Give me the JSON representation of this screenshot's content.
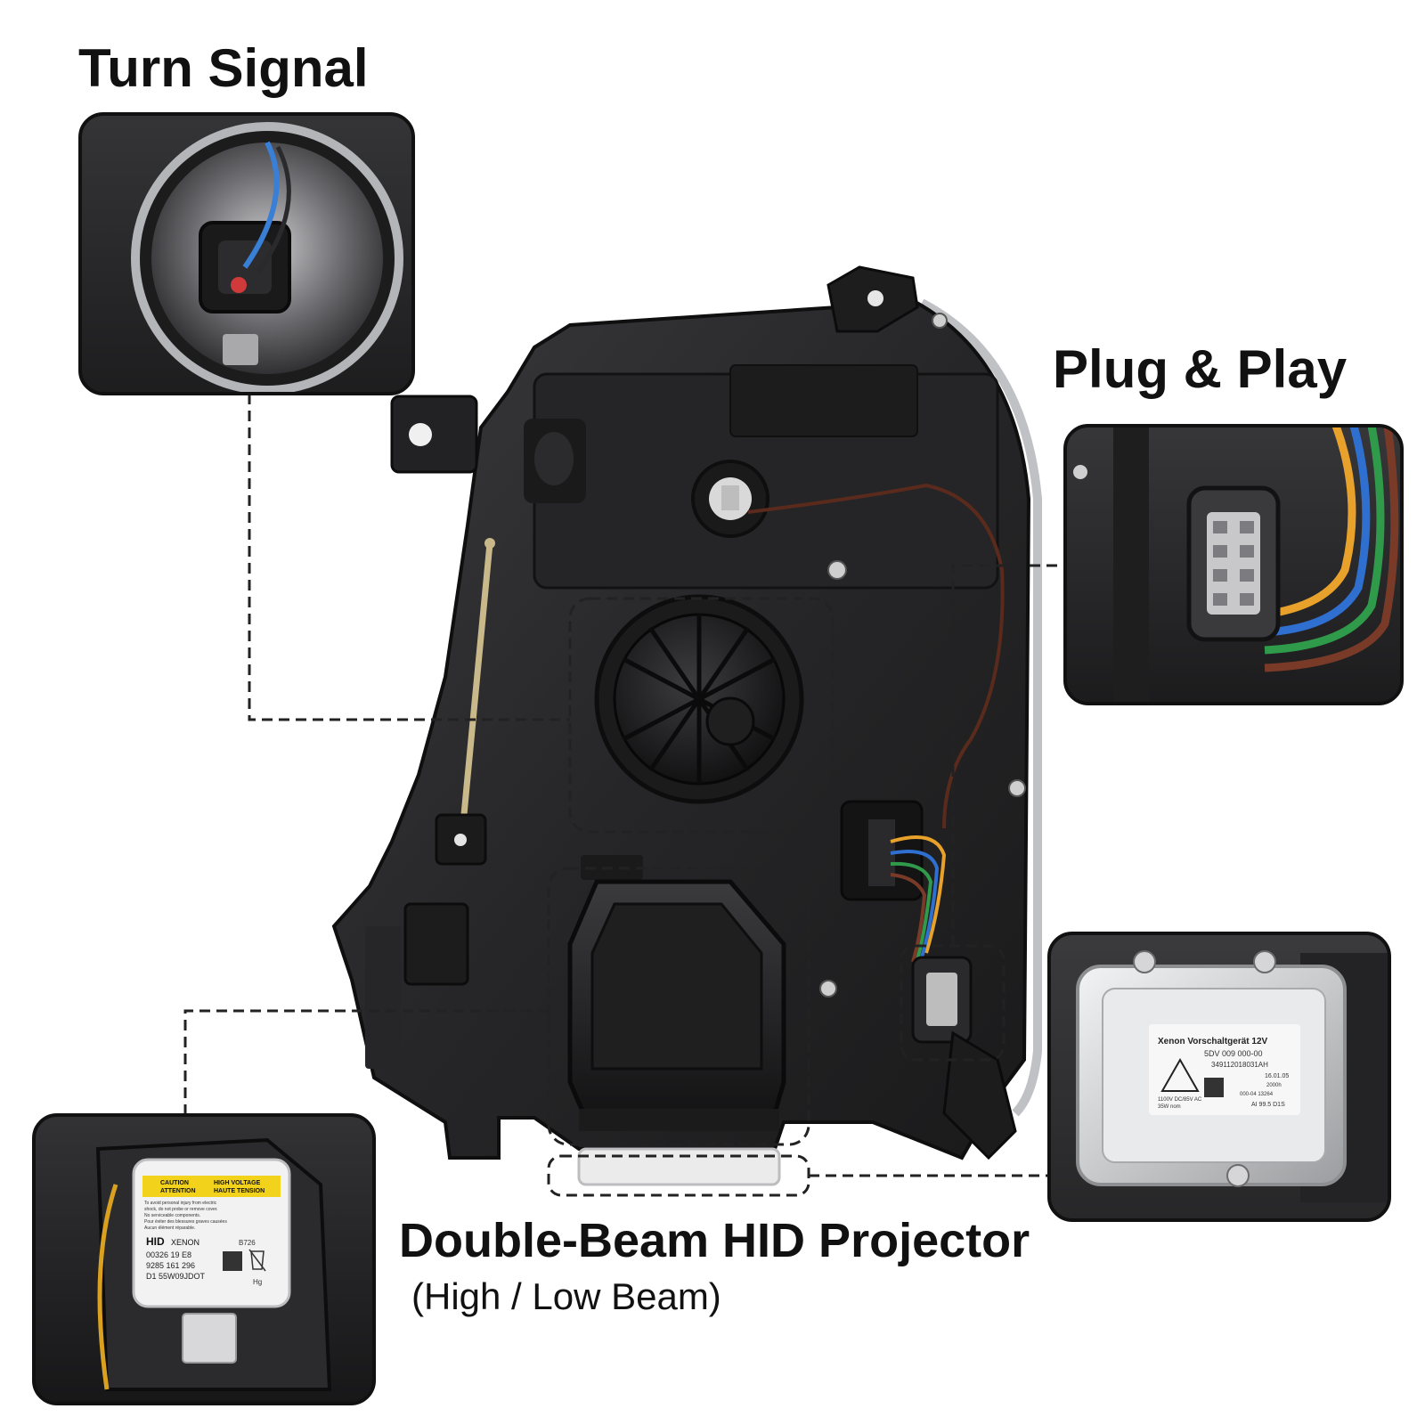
{
  "callouts": {
    "turn_signal": "Turn Signal",
    "plug_play": "Plug & Play",
    "projector_title": "Double-Beam HID Projector",
    "projector_subtitle": "(High / Low Beam)"
  },
  "bulb_label": {
    "caution": "CAUTION",
    "attention": "ATTENTION",
    "high_voltage": "HIGH VOLTAGE",
    "haute_tension": "HAUTE TENSION",
    "warn_1": "To avoid personal injury from electric",
    "warn_2": "shock, do not probe or remove cover.",
    "warn_3": "No serviceable components.",
    "warn_4": "Pour éviter des blessures graves causées",
    "warn_5": "Aucun élément réparable.",
    "hid": "HID",
    "xenon": "XENON",
    "code_b": "B726",
    "line_1": "00326 19 E8",
    "line_2": "9285 161 296",
    "line_3": "D1 55W09JDOT",
    "hg": "Hg"
  },
  "ballast_label": {
    "title": "Xenon Vorschaltgerät 12V",
    "part": "5DV 009 000-00",
    "serial": "349112018031AH",
    "date": "16.01.05",
    "spec_1": "1100V DC/85V AC",
    "spec_2": "35W nom",
    "code_r1": "2000h",
    "code_r2": "000-04 13264",
    "ai": "AI 99.5 D1S"
  },
  "colors": {
    "text": "#111111",
    "housing": "#2a2a2c",
    "housing_dark": "#161617",
    "dash": "#222222",
    "wire_orange": "#e8a12a",
    "wire_blue": "#2f6fd0",
    "wire_green": "#2f9a4a",
    "wire_brown": "#7a3a28",
    "ballast_silver": "#d8d9db",
    "caution_yellow": "#f2d21a"
  }
}
